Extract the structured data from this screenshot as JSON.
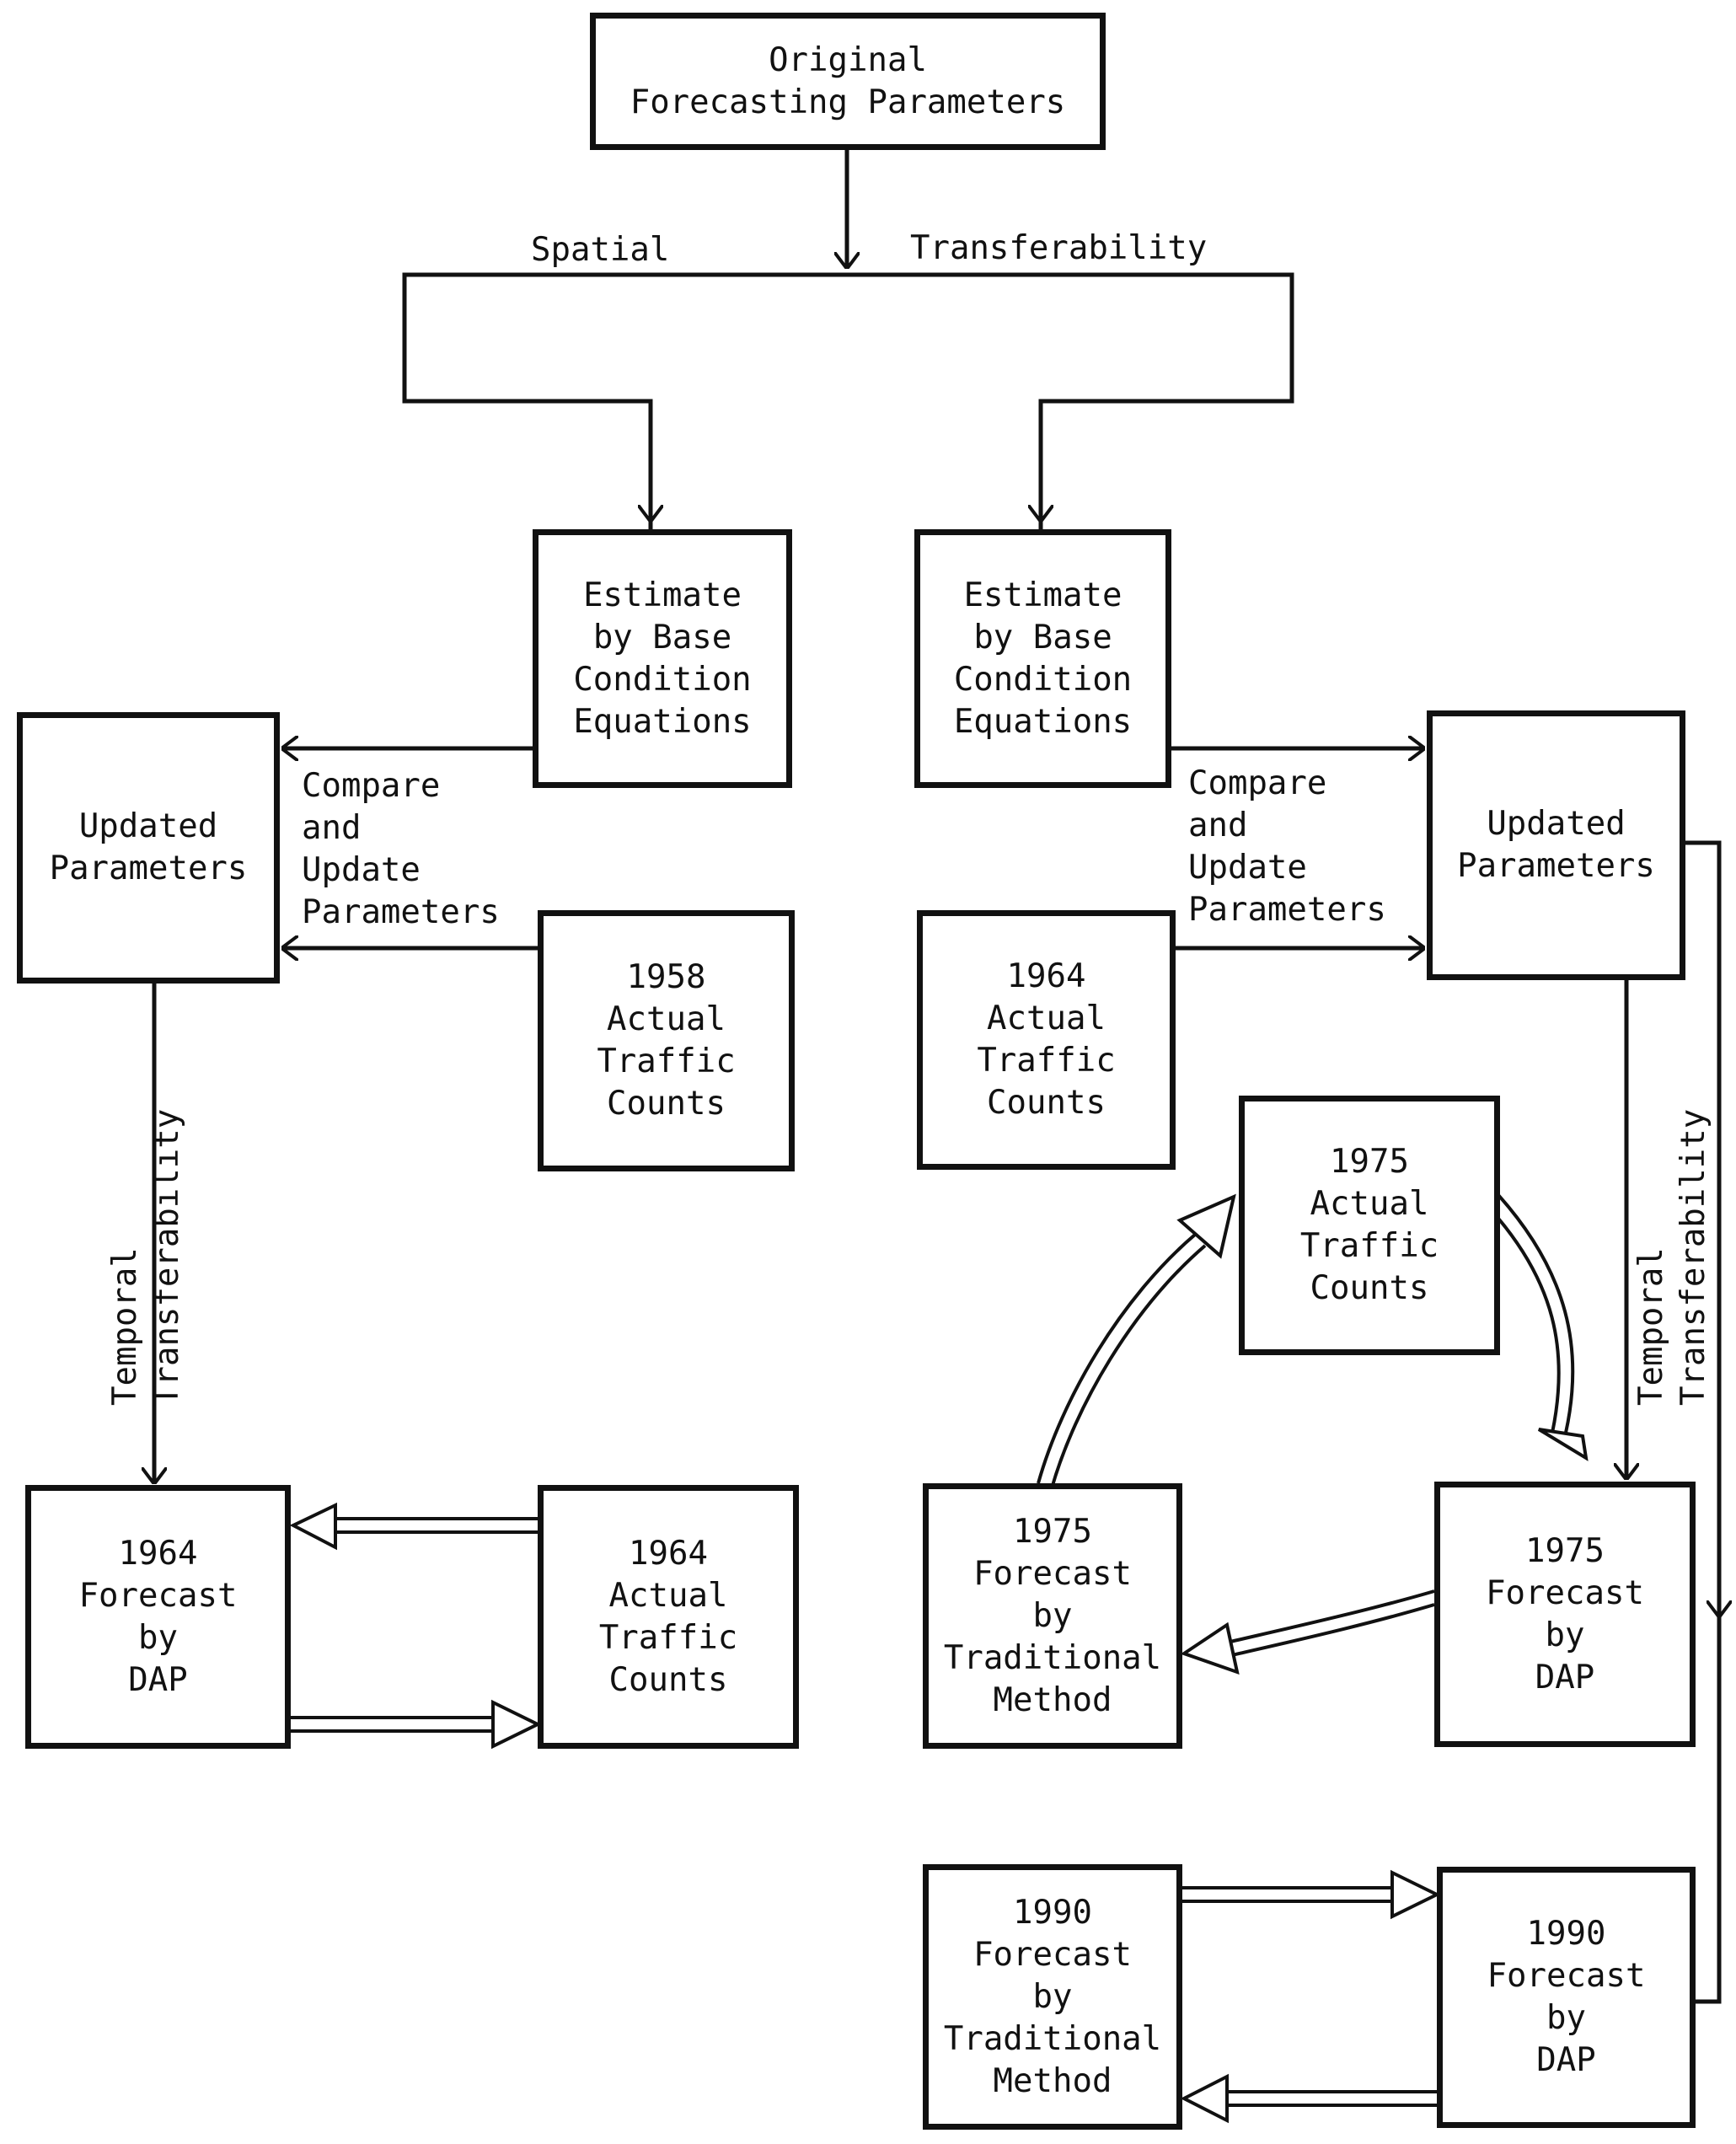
{
  "boxes": {
    "original": [
      "Original",
      "Forecasting Parameters"
    ],
    "estimate_left": [
      "Estimate",
      "by Base",
      "Condition",
      "Equations"
    ],
    "estimate_right": [
      "Estimate",
      "by Base",
      "Condition",
      "Equations"
    ],
    "updated_left": [
      "Updated",
      "Parameters"
    ],
    "updated_right": [
      "Updated",
      "Parameters"
    ],
    "actual_1958": [
      "1958",
      "Actual",
      "Traffic",
      "Counts"
    ],
    "actual_1964_top": [
      "1964",
      "Actual",
      "Traffic",
      "Counts"
    ],
    "actual_1975": [
      "1975",
      "Actual",
      "Traffic",
      "Counts"
    ],
    "forecast_1964_dap": [
      "1964",
      "Forecast",
      "by",
      "DAP"
    ],
    "actual_1964_bottom": [
      "1964",
      "Actual",
      "Traffic",
      "Counts"
    ],
    "forecast_1975_trad": [
      "1975",
      "Forecast",
      "by",
      "Traditional",
      "Method"
    ],
    "forecast_1975_dap": [
      "1975",
      "Forecast",
      "by",
      "DAP"
    ],
    "forecast_1990_trad": [
      "1990",
      "Forecast",
      "by",
      "Traditional",
      "Method"
    ],
    "forecast_1990_dap": [
      "1990",
      "Forecast",
      "by",
      "DAP"
    ]
  },
  "labels": {
    "spatial": "Spatial",
    "transferability": "Transferability",
    "compare_left": [
      "Compare",
      "and",
      "Update",
      "Parameters"
    ],
    "compare_right": [
      "Compare",
      "and",
      "Update",
      "Parameters"
    ],
    "temporal_left": [
      "Temporal",
      "Transferability"
    ],
    "temporal_right": [
      "Temporal",
      "Transferability"
    ]
  }
}
